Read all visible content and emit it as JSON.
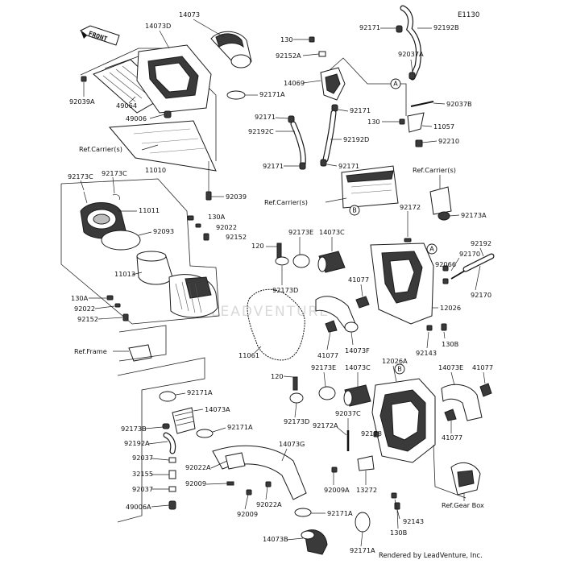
{
  "diagram_code": "E1130",
  "front_label": "FRONT",
  "watermark": "LEADVENTURE",
  "footer": "Rendered by LeadVenture, Inc.",
  "callouts": [
    {
      "id": "A",
      "text": "A"
    },
    {
      "id": "B",
      "text": "B"
    },
    {
      "id": "A2",
      "text": "A"
    },
    {
      "id": "B2",
      "text": "B"
    }
  ],
  "labels": {
    "p14073": "14073",
    "p14073D": "14073D",
    "p92039A": "92039A",
    "p49064": "49064",
    "p49006": "49006",
    "p92171A_a": "92171A",
    "refCarrier1": "Ref.Carrier(s)",
    "p92173C_a": "92173C",
    "p92173C_b": "92173C",
    "p11010": "11010",
    "p11011": "11011",
    "p92093": "92093",
    "p11013": "11013",
    "p92039": "92039",
    "p130A_a": "130A",
    "p92022_a": "92022",
    "p92152_a": "92152",
    "p130A_b": "130A",
    "p92022_b": "92022",
    "p92152_b": "92152",
    "refFrame": "Ref.Frame",
    "p92171A_b": "92171A",
    "p14073A": "14073A",
    "p92171A_c": "92171A",
    "p92173B": "92173B",
    "p92192A": "92192A",
    "p92037": "92037",
    "p32155": "32155",
    "p92037_b": "92037",
    "p49006A": "49006A",
    "p92022A_a": "92022A",
    "p92009_a": "92009",
    "p14073G": "14073G",
    "p92009_b": "92009",
    "p92022A_b": "92022A",
    "p92171A_d": "92171A",
    "p14073B": "14073B",
    "p92171A_e": "92171A",
    "p130_a": "130",
    "p92152A": "92152A",
    "p14069": "14069",
    "p92171_a": "92171",
    "p92171_b": "92171",
    "p92192C": "92192C",
    "p92192D": "92192D",
    "p92171_c": "92171",
    "p92171_d": "92171",
    "refCarrier2": "Ref.Carrier(s)",
    "p92171_top": "92171",
    "p92192B": "92192B",
    "p92037A": "92037A",
    "p92037B": "92037B",
    "p130_b": "130",
    "p11057": "11057",
    "p92210": "92210",
    "refCarrier3": "Ref.Carrier(s)",
    "p92173A": "92173A",
    "p92172": "92172",
    "p120_a": "120",
    "p92173E_a": "92173E",
    "p14073C_a": "14073C",
    "p92173D_a": "92173D",
    "p41077_a": "41077",
    "p41077_b": "41077",
    "p14073F": "14073F",
    "p11061": "11061",
    "p92170_a": "92170",
    "p92192": "92192",
    "p92066": "92066",
    "p92170_b": "92170",
    "p12026": "12026",
    "p92143_a": "92143",
    "p130B_a": "130B",
    "p120_b": "120",
    "p92173E_b": "92173E",
    "p14073C_b": "14073C",
    "p12026A": "12026A",
    "p14073E": "14073E",
    "p41077_c": "41077",
    "p92173D_b": "92173D",
    "p92037C": "92037C",
    "p92172A": "92172A",
    "p92173": "92173",
    "p41077_d": "41077",
    "p92009A": "92009A",
    "p13272": "13272",
    "p92143_b": "92143",
    "p130B_b": "130B",
    "refGearBox": "Ref.Gear Box"
  }
}
